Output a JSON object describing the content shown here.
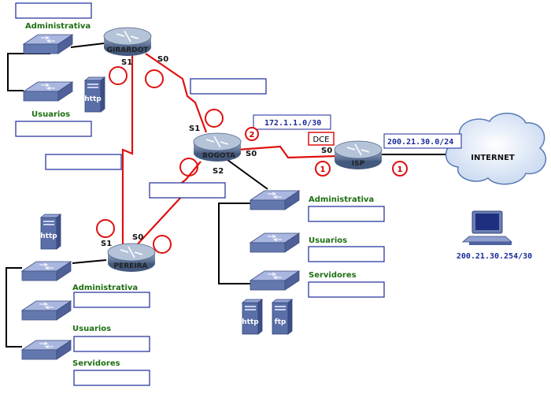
{
  "colors": {
    "serial_link": "#e01010",
    "ethernet": "#000000",
    "answer_box": "#1a2a9a",
    "label_green": "#1e6e12",
    "circle": "#e01010",
    "device": "#6a7fb3",
    "cloud": "#dfe9f8"
  },
  "routers": {
    "girardot": "GIRARDOT",
    "bogota": "BOGOTA",
    "pereira": "PEREIRA",
    "isp": "ISP"
  },
  "interfaces": {
    "girardot_s1": "S1",
    "girardot_s0": "S0",
    "bogota_s1": "S1",
    "bogota_s0": "S0",
    "bogota_s2": "S2",
    "pereira_s1": "S1",
    "pereira_s0": "S0",
    "isp_s0": "S0"
  },
  "cloud_label": "INTERNET",
  "networks": {
    "bogota_isp": "172.1.1.0/30",
    "isp_internet": "200.21.30.0/24",
    "internet_host": "200.21.30.254/30"
  },
  "dce_label": "DCE",
  "circle_numbers": {
    "bogota_s0": "2",
    "isp_s0": "1",
    "isp_e0": "1"
  },
  "lans": {
    "girardot": [
      "Administrativa",
      "Usuarios"
    ],
    "bogota": [
      "Administrativa",
      "Usuarios",
      "Servidores"
    ],
    "pereira": [
      "Administrativa",
      "Usuarios",
      "Servidores"
    ]
  },
  "servers": {
    "girardot_http": "http",
    "bogota_http": "http",
    "bogota_ftp": "ftp",
    "pereira_http": "http"
  }
}
